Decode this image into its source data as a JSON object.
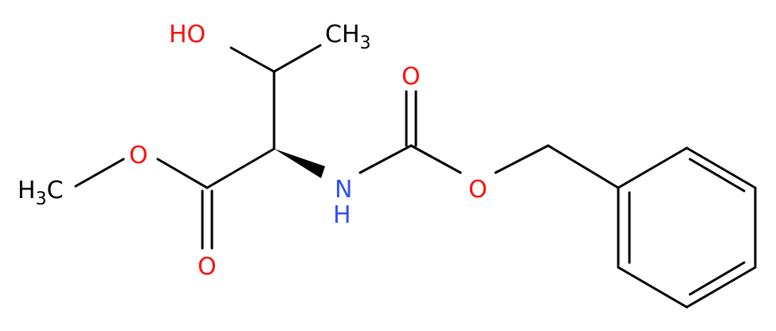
{
  "colors": {
    "bond": "#000000",
    "oxygen": "#ff0d0d",
    "nitrogen": "#3050f8",
    "carbon": "#000000"
  },
  "atoms": {
    "hydroxyl": {
      "text": "HO",
      "element": "O"
    },
    "methyl_top": {
      "text": "CH",
      "sub": "3",
      "element": "C"
    },
    "carbonyl_o_carbamate": {
      "text": "O",
      "element": "O"
    },
    "ester_o_left": {
      "text": "O",
      "element": "O"
    },
    "methyl_left": {
      "text": "H",
      "sub": "3",
      "tail": "C",
      "element": "C"
    },
    "amine": {
      "text": "N",
      "element": "N",
      "h_text": "H"
    },
    "carbamate_o": {
      "text": "O",
      "element": "O"
    },
    "carbonyl_o_ester": {
      "text": "O",
      "element": "O"
    }
  }
}
